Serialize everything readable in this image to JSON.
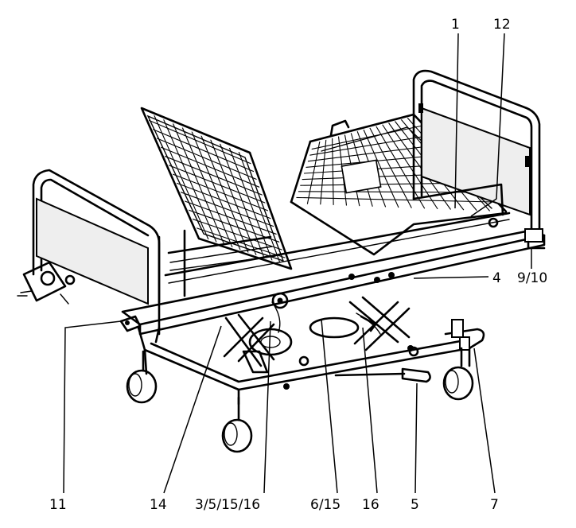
{
  "callouts": [
    {
      "id": "1",
      "text": "1"
    },
    {
      "id": "12",
      "text": "12"
    },
    {
      "id": "4",
      "text": "4"
    },
    {
      "id": "9_10",
      "text": "9/10"
    },
    {
      "id": "11",
      "text": "11"
    },
    {
      "id": "14",
      "text": "14"
    },
    {
      "id": "3_5_15_16",
      "text": "3/5/15/16"
    },
    {
      "id": "6_15",
      "text": "6/15"
    },
    {
      "id": "16",
      "text": "16"
    },
    {
      "id": "5",
      "text": "5"
    },
    {
      "id": "7",
      "text": "7"
    }
  ]
}
